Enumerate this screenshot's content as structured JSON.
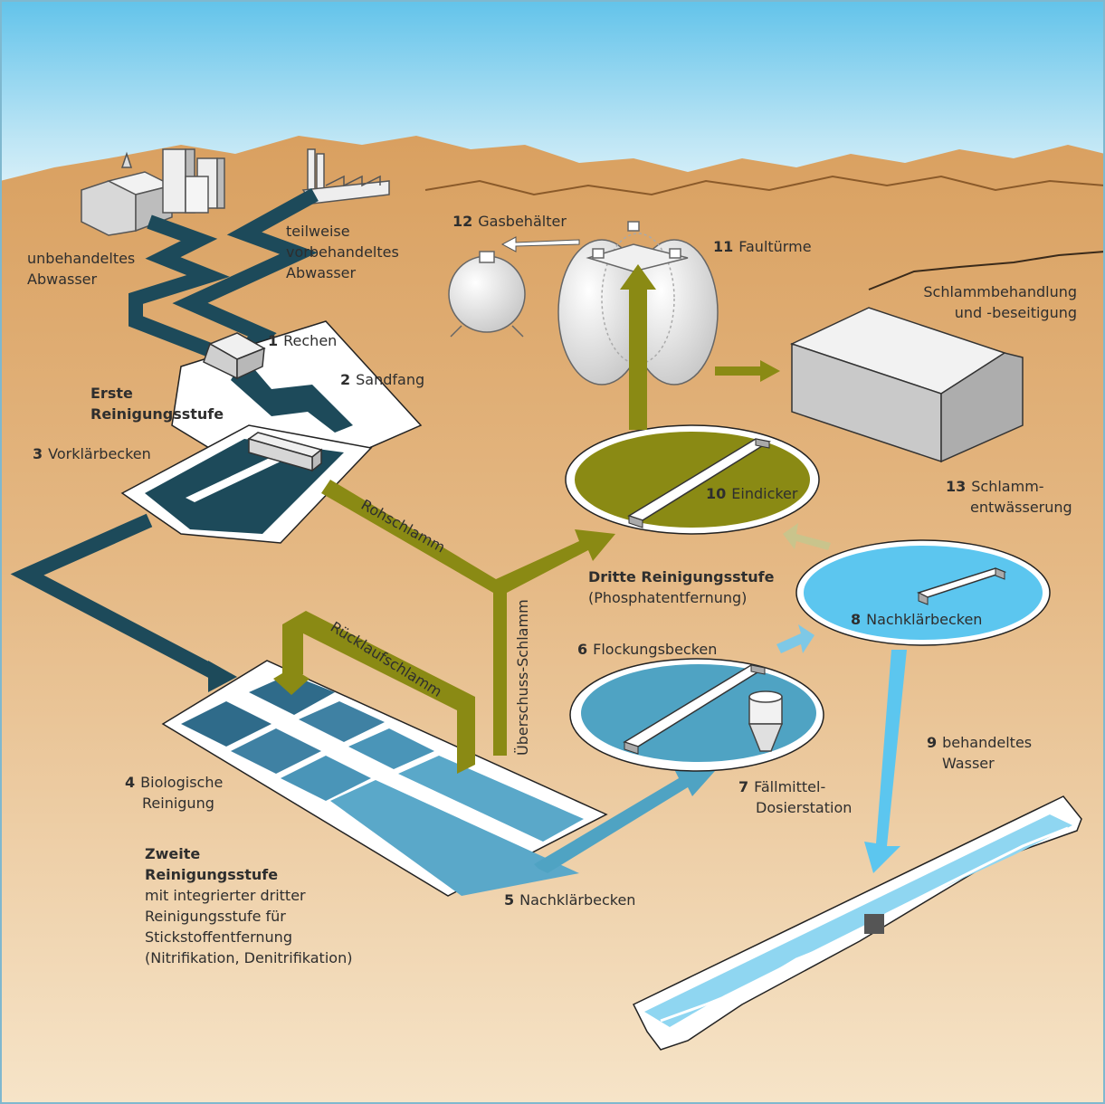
{
  "labels": {
    "untreated": [
      "unbehandeltes",
      "Abwasser"
    ],
    "pretreated": [
      "teilweise",
      "vorbehandeltes",
      "Abwasser"
    ],
    "s1": {
      "num": "1",
      "text": "Rechen"
    },
    "s2": {
      "num": "2",
      "text": "Sandfang"
    },
    "stage1": [
      "Erste",
      "Reinigungsstufe"
    ],
    "s3": {
      "num": "3",
      "text": "Vorklärbecken"
    },
    "s4": {
      "num": "4",
      "lines": [
        "Biologische",
        "Reinigung"
      ]
    },
    "stage2": {
      "bold": [
        "Zweite",
        "Reinigungsstufe"
      ],
      "lines": [
        "mit integrierter dritter",
        "Reinigungsstufe für",
        "Stickstoffentfernung",
        "(Nitrifikation, Denitrifikation)"
      ]
    },
    "s5": {
      "num": "5",
      "text": "Nachklärbecken"
    },
    "s6": {
      "num": "6",
      "text": "Flockungsbecken"
    },
    "s7": {
      "num": "7",
      "lines": [
        "Fällmittel-",
        "Dosierstation"
      ]
    },
    "s8": {
      "num": "8",
      "text": "Nachklärbecken"
    },
    "s9": {
      "num": "9",
      "lines": [
        "behandeltes",
        "Wasser"
      ]
    },
    "s10": {
      "num": "10",
      "text": "Eindicker"
    },
    "s11": {
      "num": "11",
      "text": "Faultürme"
    },
    "s12": {
      "num": "12",
      "text": "Gasbehälter"
    },
    "s13": {
      "num": "13",
      "lines": [
        "Schlamm-",
        "entwässerung"
      ]
    },
    "sludge_treatment": [
      "Schlammbehandlung",
      "und -beseitigung"
    ],
    "stage3": {
      "bold": "Dritte Reinigungsstufe",
      "text": "(Phosphatentfernung)"
    },
    "flows": {
      "raw_sludge": "Rohschlamm",
      "return_sludge": "Rücklaufschlamm",
      "excess_sludge": "Überschuss-Schlamm"
    }
  },
  "colors": {
    "sky_top": "#6cc6ea",
    "ground": "#dca466",
    "ground_light": "#f4dec0",
    "dark_pipe": "#1d4a5a",
    "olive": "#8a8a14",
    "light_blue": "#5cc6ef",
    "mid_blue": "#4fa3c3"
  }
}
